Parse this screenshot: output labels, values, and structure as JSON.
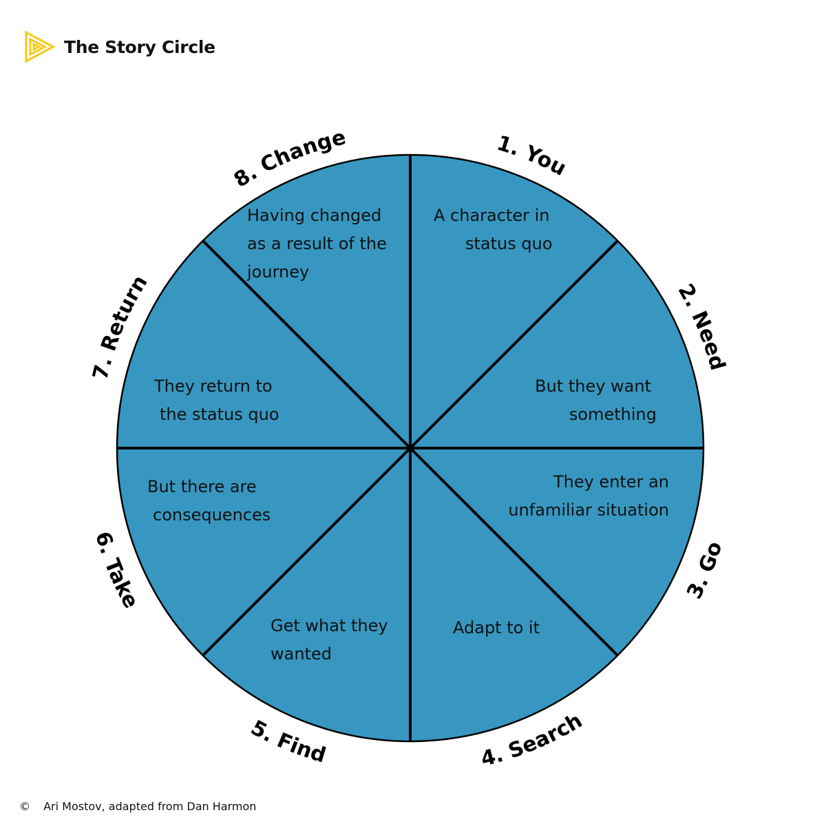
{
  "header": {
    "title": "The Story Circle",
    "logo_icon": "yellow-play-triangle-icon",
    "logo_color": "#F3CB1F"
  },
  "colors": {
    "segment_fill": "#3797C0",
    "stroke": "#000000"
  },
  "steps": [
    {
      "label": "1. You",
      "text_lines": [
        "A character in",
        "status quo"
      ]
    },
    {
      "label": "2. Need",
      "text_lines": [
        "But they want",
        "something"
      ]
    },
    {
      "label": "3. Go",
      "text_lines": [
        "They enter an",
        "unfamiliar situation"
      ]
    },
    {
      "label": "4. Search",
      "text_lines": [
        "Adapt to it"
      ]
    },
    {
      "label": "5. Find",
      "text_lines": [
        "Get what they",
        "wanted"
      ]
    },
    {
      "label": "6. Take",
      "text_lines": [
        "But there are",
        "consequences"
      ]
    },
    {
      "label": "7. Return",
      "text_lines": [
        "They return to",
        "the status quo"
      ]
    },
    {
      "label": "8. Change",
      "text_lines": [
        "Having changed",
        "as a result of the",
        "journey"
      ]
    }
  ],
  "footer": {
    "copyright_symbol": "©",
    "credit": "Ari Mostov, adapted from Dan Harmon"
  }
}
